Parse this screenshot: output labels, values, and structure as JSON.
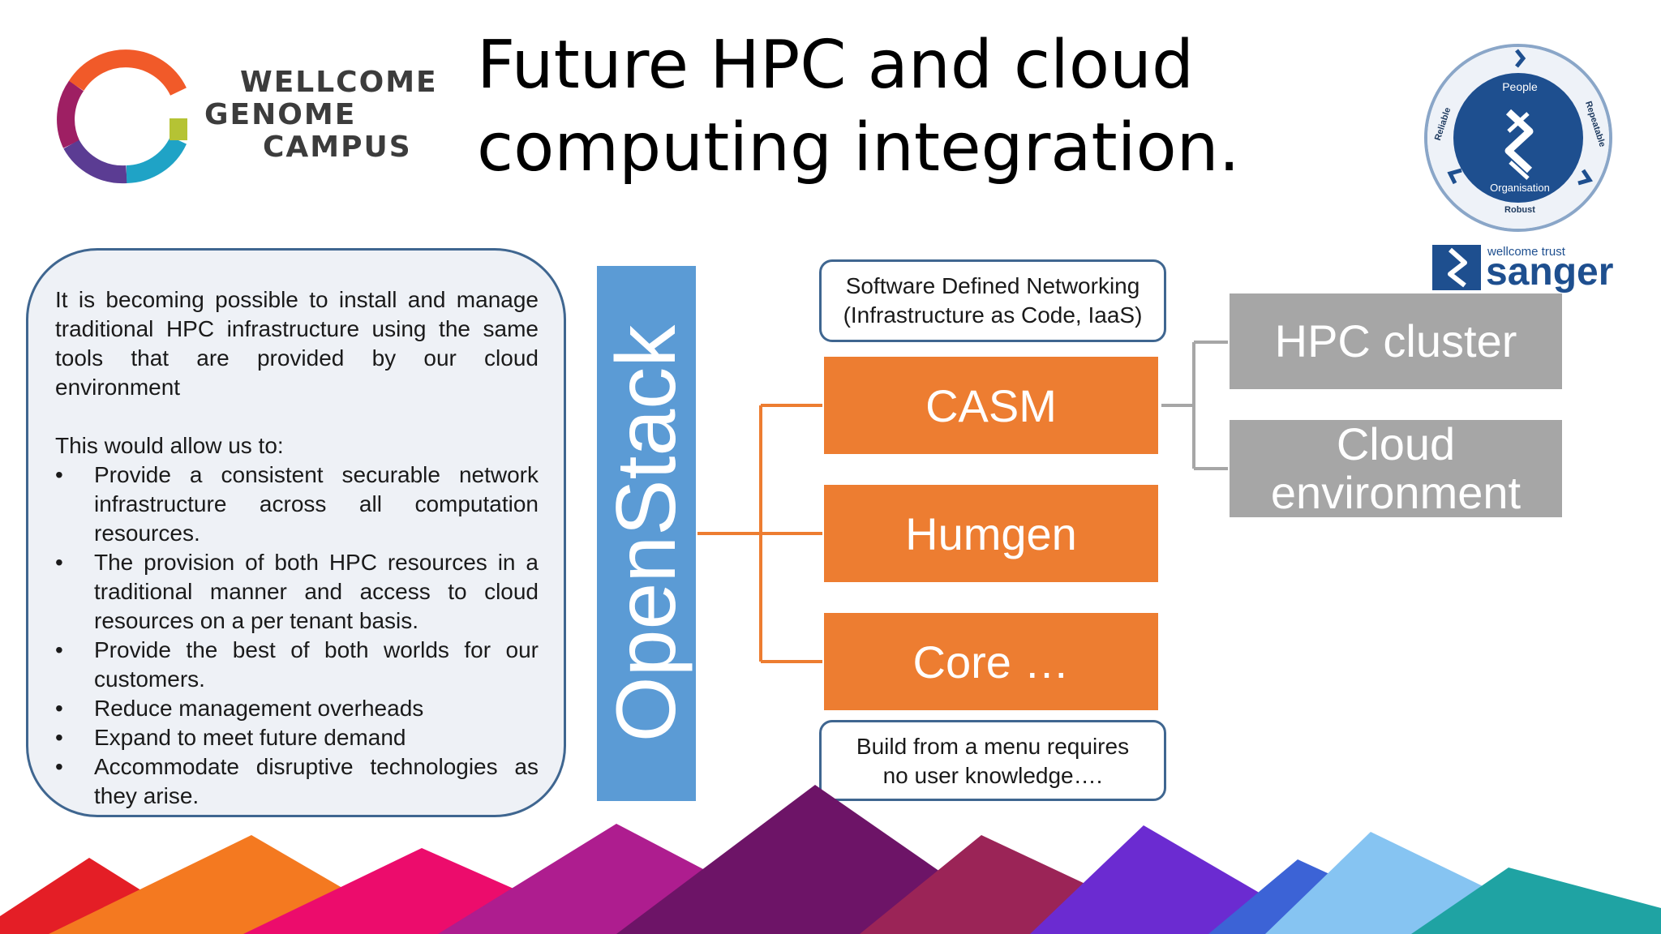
{
  "logos": {
    "campus_lines": [
      "WELLCOME",
      "GENOME",
      "CAMPUS"
    ],
    "badge_words": [
      "People",
      "Repeatable",
      "Organisation",
      "Robust",
      "Reliable"
    ],
    "sanger_small": "wellcome trust",
    "sanger_name": "sanger"
  },
  "title": {
    "line1": "Future HPC and cloud",
    "line2": "computing integration."
  },
  "info": {
    "intro": "It is becoming possible to install and manage traditional HPC infrastructure using the same tools that are provided by our cloud environment",
    "allow": "This would allow us to:",
    "bullets": [
      "Provide a consistent securable network infrastructure across all computation resources.",
      "The provision of both HPC resources in a traditional manner and access to cloud resources on a per tenant basis.",
      "Provide the best of both worlds for our customers.",
      "Reduce management overheads",
      "Expand to meet future demand",
      "Accommodate disruptive technologies as they arise."
    ]
  },
  "diagram": {
    "openstack": "OpenStack",
    "sdn_line1": "Software Defined Networking",
    "sdn_line2": "(Infrastructure as Code, IaaS)",
    "casm": "CASM",
    "humgen": "Humgen",
    "core": "Core …",
    "menu_line1": "Build from a menu requires",
    "menu_line2": "no user knowledge….",
    "hpc": "HPC cluster",
    "cloud_line1": "Cloud",
    "cloud_line2": "environment"
  },
  "colors": {
    "openstack_blue": "#5b9bd5",
    "orange": "#ed7d31",
    "gray": "#a6a6a6",
    "outline_blue": "#3f6690"
  },
  "icons": {
    "bullet": "•"
  }
}
